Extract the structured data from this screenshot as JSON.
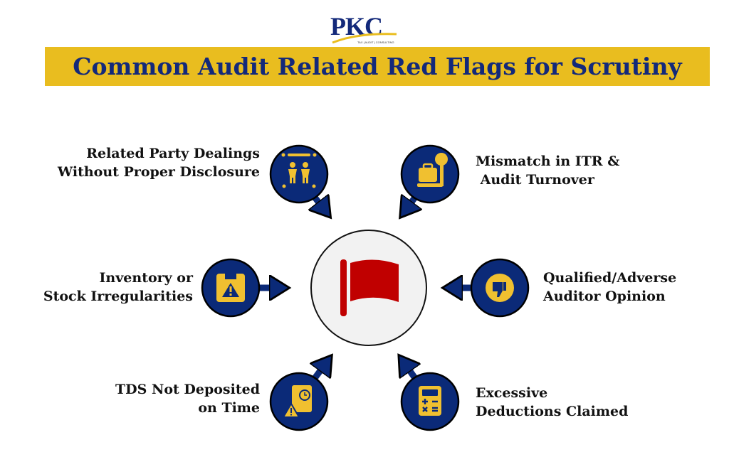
{
  "logo": {
    "text": "PKC",
    "tagline": "TAX | AUDIT | CONSULTING"
  },
  "title": "Common Audit Related Red Flags for Scrutiny",
  "colors": {
    "navy": "#0b2a78",
    "gold": "#f0c030",
    "red": "#c00000",
    "banner": "#e9bd1f"
  },
  "center": {
    "icon": "red-flag-icon"
  },
  "items": [
    {
      "label": "Related Party Dealings\nWithout Proper Disclosure",
      "icon": "people-icon"
    },
    {
      "label": "Mismatch in ITR &\n Audit Turnover",
      "icon": "scale-icon"
    },
    {
      "label": "Inventory or\nStock Irregularities",
      "icon": "box-warning-icon"
    },
    {
      "label": "Qualified/Adverse\nAuditor Opinion",
      "icon": "thumbs-down-icon"
    },
    {
      "label": "TDS Not Deposited\non Time",
      "icon": "document-clock-warning-icon"
    },
    {
      "label": "Excessive\nDeductions Claimed",
      "icon": "calculator-icon"
    }
  ]
}
